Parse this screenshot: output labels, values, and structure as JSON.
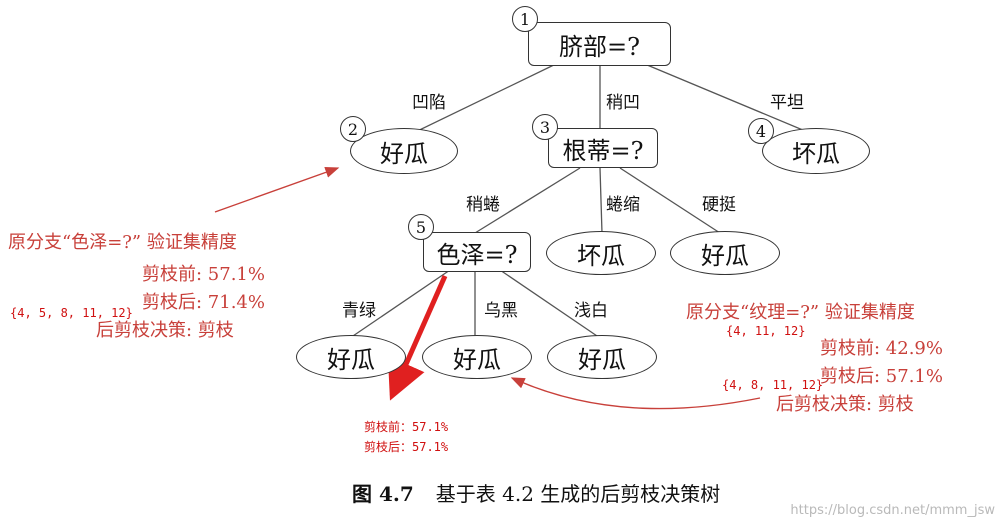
{
  "nodes": {
    "n1": {
      "num": "1",
      "label": "脐部=?"
    },
    "n2": {
      "num": "2",
      "label": "好瓜"
    },
    "n3": {
      "num": "3",
      "label": "根蒂=?"
    },
    "n4": {
      "num": "4",
      "label": "坏瓜"
    },
    "n5": {
      "num": "5",
      "label": "色泽=?"
    },
    "leaf_n3_mid": {
      "label": "坏瓜"
    },
    "leaf_n3_right": {
      "label": "好瓜"
    },
    "leaf_n5_left": {
      "label": "好瓜"
    },
    "leaf_n5_mid": {
      "label": "好瓜"
    },
    "leaf_n5_right": {
      "label": "好瓜"
    }
  },
  "edges": {
    "e12": "凹陷",
    "e13": "稍凹",
    "e14": "平坦",
    "e35": "稍蜷",
    "e3m": "蜷缩",
    "e3r": "硬挺",
    "e5l": "青绿",
    "e5m": "乌黑",
    "e5r": "浅白"
  },
  "annotations": {
    "left": {
      "title": "原分支“色泽=?” 验证集精度",
      "before": "剪枝前: 57.1%",
      "after": "剪枝后: 71.4%",
      "decision": "后剪枝决策: 剪枝",
      "set": "{4, 5, 8, 11, 12}"
    },
    "right": {
      "title": "原分支“纹理=?” 验证集精度",
      "set1": "{4, 11, 12}",
      "before": "剪枝前: 42.9%",
      "after": "剪枝后: 57.1%",
      "set2": "{4, 8, 11, 12}",
      "decision": "后剪枝决策: 剪枝"
    },
    "bottom": {
      "before": "剪枝前：57.1%",
      "after": "剪枝后：57.1%"
    }
  },
  "caption": {
    "fig": "图 4.7",
    "text": "基于表 4.2 生成的后剪枝决策树"
  },
  "watermark": "https://blog.csdn.net/mmm_jsw",
  "colors": {
    "annotation": "#c8403a",
    "arrow_red": "#e02020",
    "line": "#555555"
  }
}
